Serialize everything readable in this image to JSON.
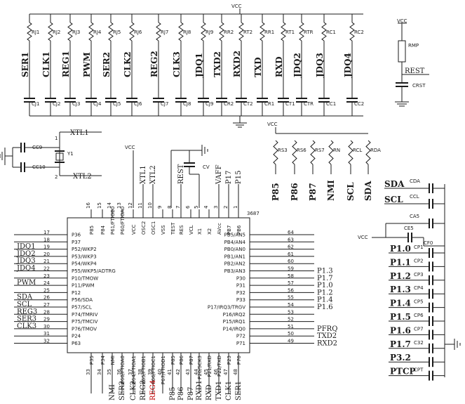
{
  "vcc_label": "VCC",
  "top_resistors": [
    "RJ1",
    "RJ2",
    "RJ3",
    "RJ4",
    "RJ5",
    "RJ6",
    "RJ7",
    "RJ8",
    "RJ9",
    "RR2",
    "RT2",
    "RR1",
    "RT1",
    "RTR",
    "RC1",
    "RC2"
  ],
  "top_signals": [
    "SER1",
    "CLK1",
    "REG1",
    "PWM",
    "SER2",
    "CLK2",
    "REG2",
    "CLK3",
    "JDQ1",
    "TXD2",
    "RXD2",
    "TXD",
    "RXD",
    "JDQ2",
    "JDQ3",
    "JDQ4"
  ],
  "top_caps": [
    "CJ1",
    "CJ2",
    "CJ3",
    "CJ4",
    "CJ5",
    "CJ6",
    "CJ7",
    "CJ8",
    "CJ9",
    "CR2",
    "CT2",
    "CR1",
    "CT1",
    "CTR",
    "CC1",
    "CC2"
  ],
  "reset": {
    "resistor": "RMP",
    "net": "REST",
    "cap": "CRST"
  },
  "crystal": {
    "cap1": "CC9",
    "cap2": "CC10",
    "name": "Y1",
    "xtl1": "XTL1",
    "xtl2": "XTL2",
    "pin1": "1",
    "pin2": "2"
  },
  "mid_resistors": [
    "RS3",
    "RS6",
    "RS7",
    "RN",
    "RCL",
    "RDA"
  ],
  "mid_signals": [
    "P85",
    "P86",
    "P87",
    "NMI",
    "SCL",
    "SDA"
  ],
  "cv_label": "CV",
  "top_pin_labels": [
    "XTL1",
    "XTL2",
    "REST",
    "VAFF",
    "P17",
    "P15"
  ],
  "chip": {
    "name": "3687",
    "top_pins": [
      {
        "num": "16",
        "name": "P85"
      },
      {
        "num": "15",
        "name": "P84"
      },
      {
        "num": "14",
        "name": "P61/FTIOB0"
      },
      {
        "num": "13",
        "name": "P60/FTIOA0"
      },
      {
        "num": "12",
        "name": "VCC"
      },
      {
        "num": "11",
        "name": "OSC2"
      },
      {
        "num": "10",
        "name": "OSC1"
      },
      {
        "num": "9",
        "name": "VSS"
      },
      {
        "num": "8",
        "name": "TEST"
      },
      {
        "num": "7",
        "name": "RES"
      },
      {
        "num": "6",
        "name": "VCL"
      },
      {
        "num": "5",
        "name": "X1"
      },
      {
        "num": "4",
        "name": "X2"
      },
      {
        "num": "3",
        "name": "AVcc"
      },
      {
        "num": "2",
        "name": "PB7"
      },
      {
        "num": "1",
        "name": "PB6"
      }
    ],
    "left_pins": [
      {
        "num": "17",
        "name": "P36",
        "net": ""
      },
      {
        "num": "18",
        "name": "P37",
        "net": ""
      },
      {
        "num": "19",
        "name": "P52/WKP2",
        "net": "JDQ1"
      },
      {
        "num": "20",
        "name": "P53/WKP3",
        "net": "JDQ2"
      },
      {
        "num": "21",
        "name": "P54/WKP4",
        "net": "JDQ3"
      },
      {
        "num": "22",
        "name": "P55/WKP5/ADTRG",
        "net": "JDQ4"
      },
      {
        "num": "23",
        "name": "P10/TMOW",
        "net": ""
      },
      {
        "num": "24",
        "name": "P11/PWM",
        "net": "PWM"
      },
      {
        "num": "25",
        "name": "P12",
        "net": ""
      },
      {
        "num": "26",
        "name": "P56/SDA",
        "net": "SDA"
      },
      {
        "num": "27",
        "name": "P57/SCL",
        "net": "SCL"
      },
      {
        "num": "28",
        "name": "P74/TMRIV",
        "net": "REG3"
      },
      {
        "num": "29",
        "name": "P75/TMCIV",
        "net": "SER3"
      },
      {
        "num": "30",
        "name": "P76/TMOV",
        "net": "CLK3"
      },
      {
        "num": "31",
        "name": "P24",
        "net": ""
      },
      {
        "num": "32",
        "name": "P63",
        "net": ""
      }
    ],
    "right_pins": [
      {
        "num": "64",
        "name": "PB5/AN5",
        "net": ""
      },
      {
        "num": "63",
        "name": "PB4/AN4",
        "net": ""
      },
      {
        "num": "62",
        "name": "PB0/AN0",
        "net": ""
      },
      {
        "num": "61",
        "name": "PB1/AN1",
        "net": ""
      },
      {
        "num": "60",
        "name": "PB2/AN2",
        "net": ""
      },
      {
        "num": "59",
        "name": "PB3/AN3",
        "net": "P1.3"
      },
      {
        "num": "58",
        "name": "P30",
        "net": "P1.7"
      },
      {
        "num": "57",
        "name": "P31",
        "net": "P1.0"
      },
      {
        "num": "56",
        "name": "P32",
        "net": "P1.2"
      },
      {
        "num": "55",
        "name": "P33",
        "net": "P1.4"
      },
      {
        "num": "54",
        "name": "P17/IRQ3/TRGV",
        "net": "P1.6"
      },
      {
        "num": "53",
        "name": "P16/IRQ2",
        "net": ""
      },
      {
        "num": "52",
        "name": "P15/IRQ1",
        "net": ""
      },
      {
        "num": "51",
        "name": "P14/IRQ0",
        "net": "PFRQ"
      },
      {
        "num": "50",
        "name": "P72",
        "net": "TXD2"
      },
      {
        "num": "49",
        "name": "P71",
        "net": "RXD2"
      }
    ],
    "bottom_pins": [
      {
        "num": "33",
        "name": "P35"
      },
      {
        "num": "34",
        "name": "P34"
      },
      {
        "num": "35",
        "name": "NMI"
      },
      {
        "num": "36",
        "name": "P60/FTIOA0"
      },
      {
        "num": "37",
        "name": "P64/FTIOA1"
      },
      {
        "num": "38",
        "name": "P65/FTIOB1"
      },
      {
        "num": "39",
        "name": "P66/FTIOC1"
      },
      {
        "num": "40",
        "name": "P67/FTIOD1"
      },
      {
        "num": "41",
        "name": "P85"
      },
      {
        "num": "42",
        "name": "P86"
      },
      {
        "num": "43",
        "name": "P87"
      },
      {
        "num": "44",
        "name": "P20/SCK3"
      },
      {
        "num": "45",
        "name": "P21/RXD"
      },
      {
        "num": "46",
        "name": "P22/TXD"
      },
      {
        "num": "47",
        "name": "P23"
      },
      {
        "num": "48",
        "name": "P70"
      }
    ],
    "bottom_nets": [
      "",
      "",
      "NMI",
      "SER2",
      "CLK2",
      "REG2",
      "REG4",
      "",
      "P85",
      "P86",
      "P87",
      "RXD1",
      "RXD",
      "TXD1",
      "CLK1",
      "SER1"
    ]
  },
  "right_caps": {
    "top": [
      {
        "net": "SDA",
        "cap": "CDA"
      },
      {
        "net": "SCL",
        "cap": "CCL"
      },
      {
        "net": "",
        "cap": "CA5"
      }
    ],
    "ce5": "CE5",
    "cf0": "CF0",
    "vcc": "VCC",
    "list": [
      {
        "net": "P1.0",
        "cap": "CP1"
      },
      {
        "net": "P1.1",
        "cap": "CP2"
      },
      {
        "net": "P1.2",
        "cap": "CP3"
      },
      {
        "net": "P1.3",
        "cap": "CP4"
      },
      {
        "net": "P1.4",
        "cap": "CP5"
      },
      {
        "net": "P1.5",
        "cap": "CP6"
      },
      {
        "net": "P1.6",
        "cap": "CP7"
      },
      {
        "net": "P1.7",
        "cap": "C32"
      },
      {
        "net": "P3.2",
        "cap": ""
      },
      {
        "net": "PTCP",
        "cap": "CPT"
      }
    ]
  }
}
